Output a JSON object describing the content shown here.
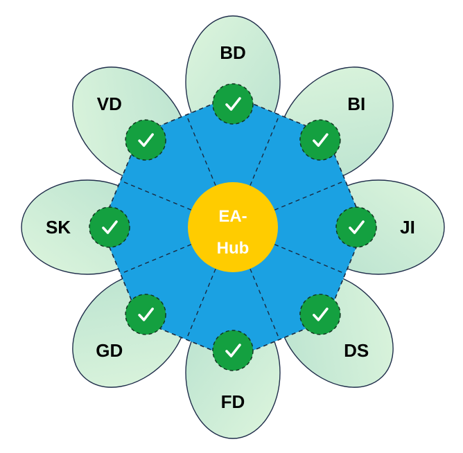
{
  "hub": {
    "label_line1": "EA-",
    "label_line2": "Hub",
    "color": "#FFCC00"
  },
  "ring": {
    "fill_color": "#1BA1E2",
    "edge_style": "dashed"
  },
  "petals": [
    {
      "label": "BD",
      "status": "checked"
    },
    {
      "label": "BI",
      "status": "checked"
    },
    {
      "label": "JI",
      "status": "checked"
    },
    {
      "label": "DS",
      "status": "checked"
    },
    {
      "label": "FD",
      "status": "checked"
    },
    {
      "label": "GD",
      "status": "checked"
    },
    {
      "label": "SK",
      "status": "checked"
    },
    {
      "label": "VD",
      "status": "checked"
    }
  ],
  "colors": {
    "petal_light": "#DDF5DD",
    "petal_dark": "#B9E2CF",
    "check_badge": "#14A040",
    "check_mark": "#ffffff"
  },
  "icons": {
    "badge": "check-icon"
  }
}
